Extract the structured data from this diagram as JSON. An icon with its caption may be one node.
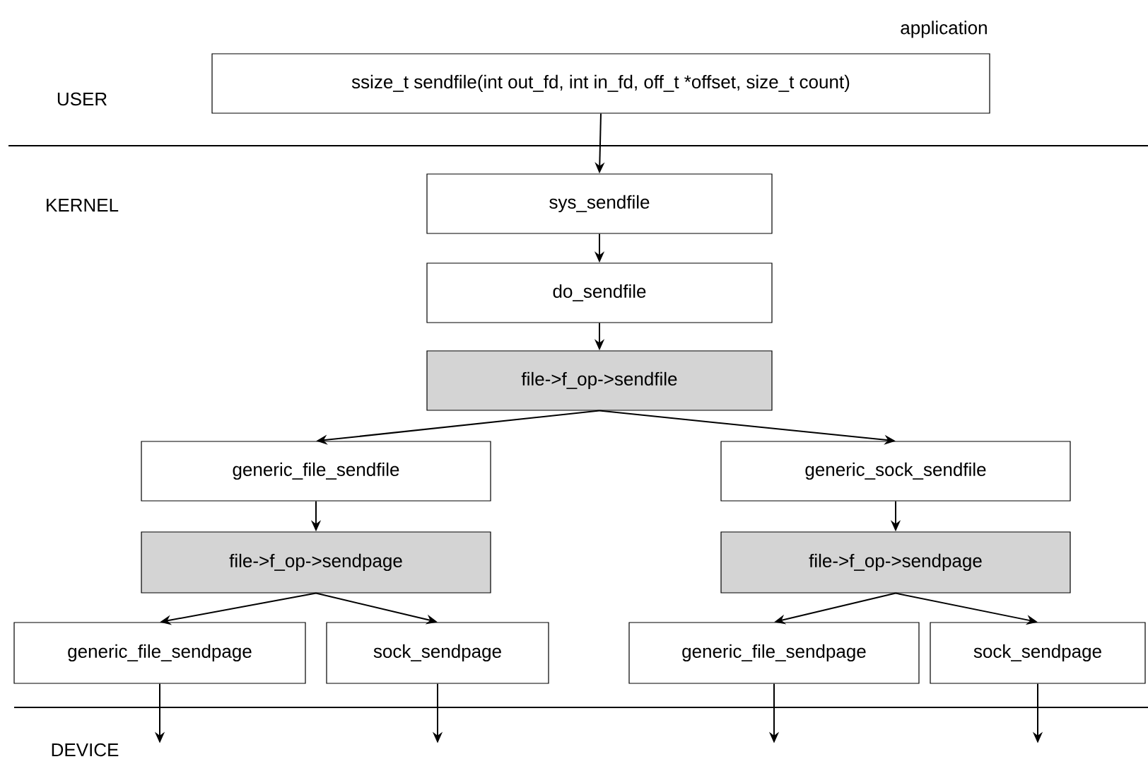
{
  "diagram": {
    "nodes": [
      {
        "text": [
          "ssize_t sendfile(int out_fd, int in_fd, off_t *offset, size_t count)"
        ],
        "beside": [
          "application"
        ]
      },
      {
        "text": [
          "sys_sendfile"
        ]
      },
      {
        "text": [
          "do_sendfile"
        ]
      },
      {
        "text": [
          "file->f_op->sendfile"
        ]
      },
      {
        "text": [
          "generic_file_sendfile"
        ]
      },
      {
        "text": [
          "generic_sock_sendfile"
        ]
      },
      {
        "text": [
          "file->f_op->sendpage"
        ]
      },
      {
        "text": [
          "file->f_op->sendpage"
        ]
      },
      {
        "text": [
          "generic_file_sendpage"
        ]
      },
      {
        "text": [
          "sock_sendpage"
        ]
      },
      {
        "text": [
          "generic_file_sendpage"
        ]
      },
      {
        "text": [
          "sock_sendpage"
        ]
      }
    ],
    "edges": [
      {
        "from": 0,
        "to": 1,
        "arrow": "to"
      },
      {
        "from": 1,
        "to": 2,
        "arrow": "to"
      },
      {
        "from": 2,
        "to": 3,
        "arrow": "to"
      },
      {
        "from": 3,
        "to": 4,
        "arrow": "to"
      },
      {
        "from": 3,
        "to": 5,
        "arrow": "to"
      },
      {
        "from": 4,
        "to": 6,
        "arrow": "to"
      },
      {
        "from": 5,
        "to": 7,
        "arrow": "to"
      },
      {
        "from": 6,
        "to": 8,
        "arrow": "to"
      },
      {
        "from": 6,
        "to": 9,
        "arrow": "to"
      },
      {
        "from": 7,
        "to": 10,
        "arrow": "to"
      },
      {
        "from": 7,
        "to": 11,
        "arrow": "to"
      },
      {
        "from": 8,
        "to": null,
        "arrow": "to"
      },
      {
        "from": 9,
        "to": null,
        "arrow": "to"
      },
      {
        "from": 10,
        "to": null,
        "arrow": "to"
      },
      {
        "from": 11,
        "to": null,
        "arrow": "to"
      }
    ],
    "labels": [
      "USER",
      "KERNEL",
      "DEVICE"
    ]
  }
}
